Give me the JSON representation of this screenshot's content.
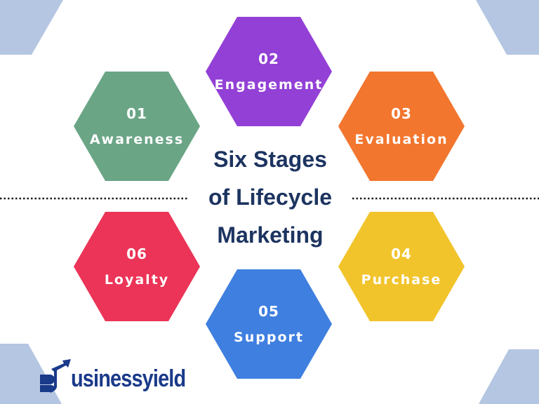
{
  "title_lines": [
    "Six Stages",
    "of Lifecycle",
    "Marketing"
  ],
  "stages": [
    {
      "number": "01",
      "label": "Awareness",
      "color": "#6aa586"
    },
    {
      "number": "02",
      "label": "Engagement",
      "color": "#9340d6"
    },
    {
      "number": "03",
      "label": "Evaluation",
      "color": "#f2762e"
    },
    {
      "number": "04",
      "label": "Purchase",
      "color": "#f2c42c"
    },
    {
      "number": "05",
      "label": "Support",
      "color": "#3f7fe0"
    },
    {
      "number": "06",
      "label": "Loyalty",
      "color": "#eb3457"
    }
  ],
  "logo": {
    "text": "usinessyield",
    "full_name": "Businessyield"
  },
  "colors": {
    "corner": "#b4c6e2",
    "title": "#1d3461",
    "logo": "#1a3a8a"
  }
}
